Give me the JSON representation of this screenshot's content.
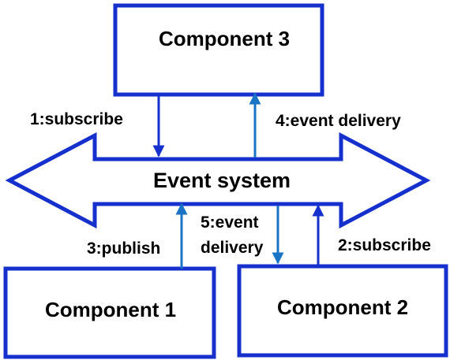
{
  "colors": {
    "outline": "#1530cc",
    "arrow_dark": "#1530cc",
    "arrow_light": "#1a73c4",
    "text": "#000000"
  },
  "nodes": {
    "component3": "Component 3",
    "component1": "Component 1",
    "component2": "Component 2",
    "event_system": "Event system"
  },
  "edges": {
    "subscribe_c3": "1:subscribe",
    "subscribe_c2": "2:subscribe",
    "publish_c1": "3:publish",
    "delivery_c3": "4:event delivery",
    "delivery_c2_line1": "5:event",
    "delivery_c2_line2": "delivery"
  }
}
